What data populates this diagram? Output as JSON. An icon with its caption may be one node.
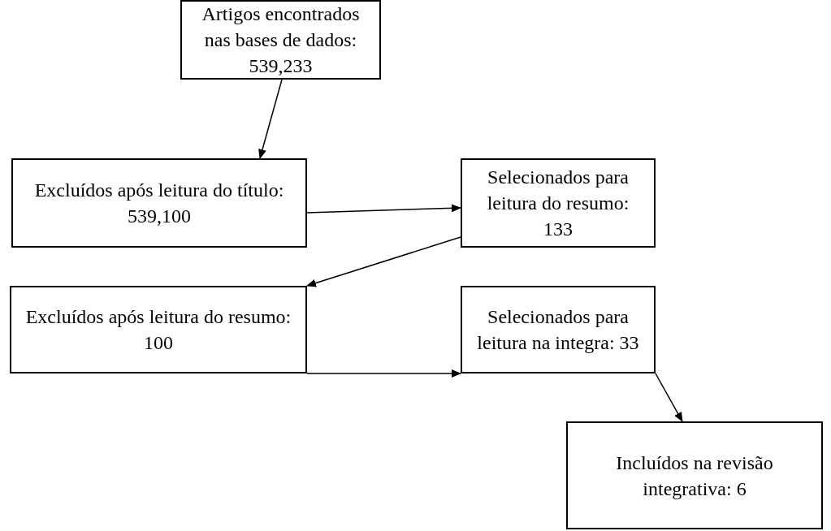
{
  "diagram": {
    "nodes": [
      {
        "text": [
          "Artigos encontrados nas bases de dados: 539,233"
        ]
      },
      {
        "text": [
          "Excluídos após leitura do título: 539,100"
        ]
      },
      {
        "text": [
          "Selecionados para leitura do resumo: 133"
        ]
      },
      {
        "text": [
          "Excluídos após leitura do resumo: 100"
        ]
      },
      {
        "text": [
          "Selecionados para leitura na integra: 33"
        ]
      },
      {
        "text": [
          "Incluídos na revisão integrativa: 6"
        ]
      }
    ],
    "edges": [
      {
        "from": 0,
        "to": 1,
        "arrow": "to"
      },
      {
        "from": 1,
        "to": 2,
        "arrow": "to"
      },
      {
        "from": 2,
        "to": 3,
        "arrow": "to"
      },
      {
        "from": 3,
        "to": 4,
        "arrow": "to"
      },
      {
        "from": 4,
        "to": 5,
        "arrow": "to"
      }
    ]
  }
}
